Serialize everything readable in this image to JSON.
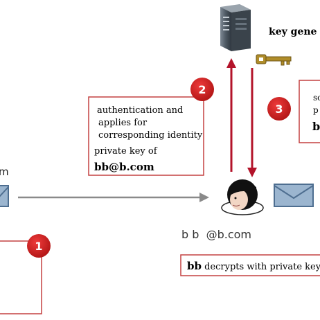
{
  "labels": {
    "server": "key gene",
    "step2_line1": "authentication and",
    "step2_line2": "applies for",
    "step2_line3": "corresponding identity",
    "step2_line4": "private key of",
    "step2_email": "bb@b.com",
    "step3_line1": "sc",
    "step3_line2": "p",
    "step3_line3": "b",
    "sender_email_fragment": "m",
    "receiver_email": "b b  @b.com",
    "decrypt_bold": "bb",
    "decrypt_text": " decrypts with private key"
  },
  "steps": {
    "one": "1",
    "two": "2",
    "three": "3"
  },
  "colors": {
    "step_badge": "#cc1a1a",
    "box_border": "#c44040",
    "flow_arrow": "#b3132a",
    "message_arrow": "#8a8a8a",
    "envelope": "#6d8fb4",
    "server": "#4a5660",
    "key": "#b08d2a"
  }
}
